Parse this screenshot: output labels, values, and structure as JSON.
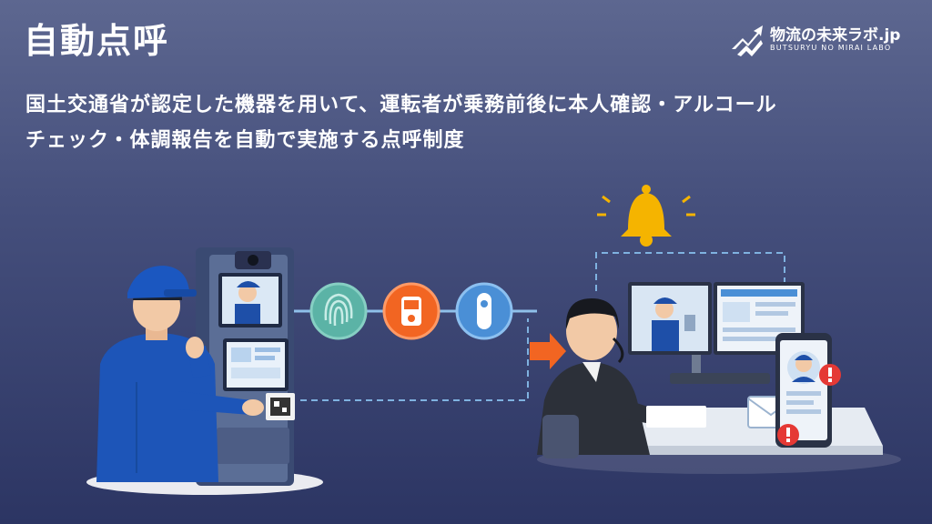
{
  "title": "自動点呼",
  "description_lines": [
    "国土交通省が認定した機器を用いて、運転者が乗務前後に本人確認・アルコール",
    "チェック・体調報告を自動で実施する点呼制度"
  ],
  "logo": {
    "name": "物流の未来ラボ.jp",
    "subtitle": "BUTSURYU NO MIRAI LABO"
  },
  "icons": [
    "logo-arrow-icon",
    "fingerprint-icon",
    "alcohol-checker-icon",
    "breathalyzer-icon",
    "arrow-right-icon",
    "bell-icon",
    "mail-icon",
    "alert-icon"
  ],
  "colors": {
    "background_top": "#5d6790",
    "background_bottom": "#2c3563",
    "bell": "#f5b400",
    "arrow": "#f26522",
    "alert": "#e53935",
    "connector": "#7fb2e0"
  }
}
